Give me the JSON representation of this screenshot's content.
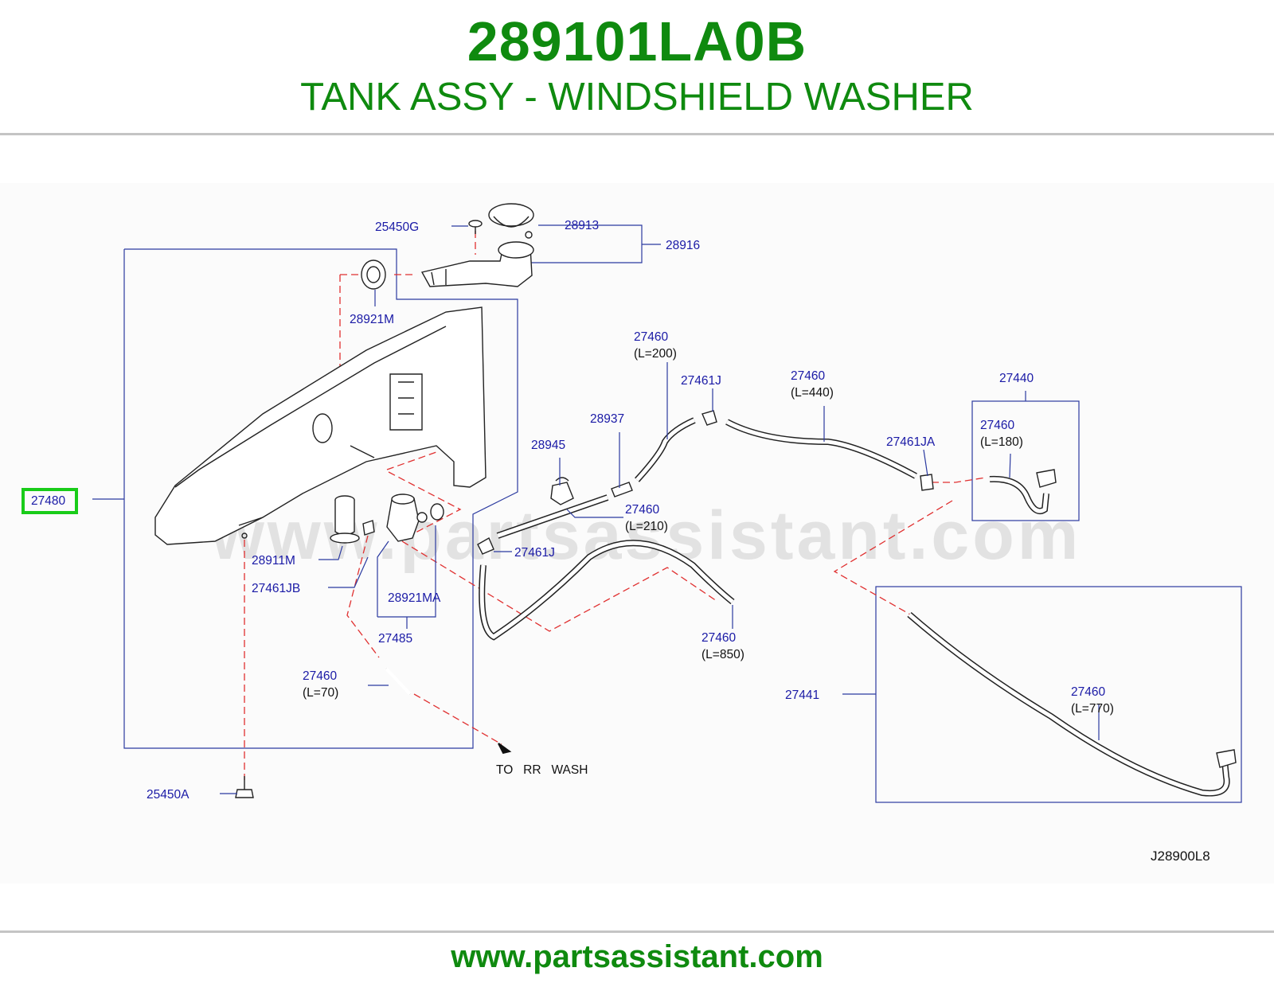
{
  "header": {
    "part_number": "289101LA0B",
    "description": "TANK ASSY - WINDSHIELD WASHER"
  },
  "diagram": {
    "watermark": "www.partsassistant.com",
    "code": "J28900L8",
    "to_rr_wash": "TO   RR   WASH",
    "highlight_color": "#19cc19",
    "labels": {
      "p25450g": "25450G",
      "p28913": "28913",
      "p28916": "28916",
      "p28921m": "28921M",
      "p27480": "27480",
      "p28911m": "28911M",
      "p27461jb": "27461JB",
      "p28921ma": "28921MA",
      "p27485": "27485",
      "p27460_l70_num": "27460",
      "p27460_l70_len": "(L=70)",
      "p25450a": "25450A",
      "p28945": "28945",
      "p28937": "28937",
      "p27460_l200_num": "27460",
      "p27460_l200_len": "(L=200)",
      "p27461j_top": "27461J",
      "p27460_l440_num": "27460",
      "p27460_l440_len": "(L=440)",
      "p27461ja": "27461JA",
      "p27440": "27440",
      "p27460_l180_num": "27460",
      "p27460_l180_len": "(L=180)",
      "p27460_l210_num": "27460",
      "p27460_l210_len": "(L=210)",
      "p27461j_mid": "27461J",
      "p27460_l850_num": "27460",
      "p27460_l850_len": "(L=850)",
      "p27441": "27441",
      "p27460_l770_num": "27460",
      "p27460_l770_len": "(L=770)"
    }
  },
  "footer": {
    "url": "www.partsassistant.com"
  }
}
